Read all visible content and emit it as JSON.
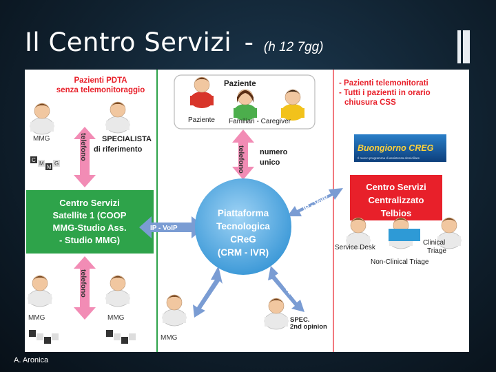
{
  "slide": {
    "title": "Il Centro Servizi",
    "title_dash": "-",
    "subtitle": "(h 12  7gg)",
    "author": "A. Aronica"
  },
  "diagram": {
    "pdta_line1": "Pazienti PDTA",
    "pdta_line2": "senza telemonitoraggio",
    "mmg": "MMG",
    "specialista_line1": "SPECIALISTA",
    "specialista_line2": "di riferimento",
    "telefono": "telefono",
    "paziente_header": "Paziente",
    "paziente_label": "Paziente",
    "familiari": "Familiari - Caregiver",
    "numero_line1": "numero",
    "numero_line2": "unico",
    "telemon_line1": "- Pazienti telemonitorati",
    "telemon_line2": "- Tutti i pazienti in orario",
    "telemon_line3": "chiusura CSS",
    "buongiorno": "Buongiorno CREG",
    "buongiorno_small": "Il nuovo programma di assistenza domiciliare",
    "satellite_lines": [
      "Centro Servizi",
      "Satellite 1 (COOP",
      "MMG-Studio Ass.",
      "- Studio MMG)"
    ],
    "centralizzato_lines": [
      "Centro Servizi",
      "Centralizzato",
      "Telbios"
    ],
    "piattaforma_lines": [
      "Piattaforma",
      "Tecnologica",
      "CReG",
      "(CRM - IVR)"
    ],
    "ip_voip": "IP - VoIP",
    "service_desk": "Service Desk",
    "clinical_line1": "Clinical",
    "clinical_line2": "Triage",
    "non_clinical": "Non-Clinical Triage",
    "spec_line1": "SPEC.",
    "spec_line2": "2nd opinion",
    "cmmg": [
      "C",
      "M",
      "M",
      "G"
    ]
  },
  "colors": {
    "green": "#2ea34a",
    "red": "#e8202a",
    "pink_arrow": "#f28cb5",
    "blue_arrow": "#7a9cd3",
    "hub": "#4aa6e0"
  }
}
